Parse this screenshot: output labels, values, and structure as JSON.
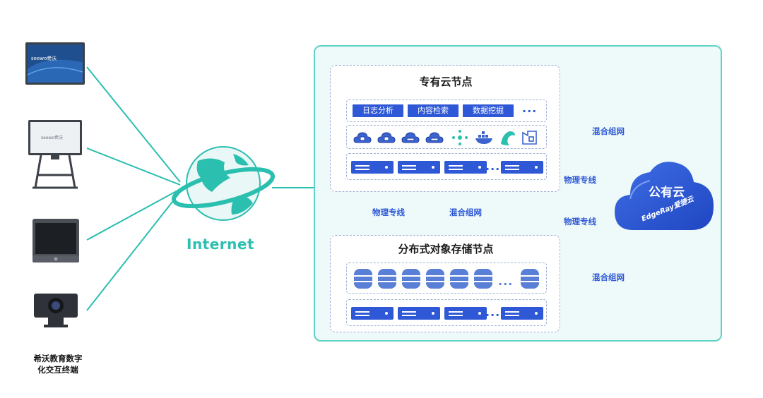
{
  "internet": {
    "label": "Internet"
  },
  "terminals": {
    "caption_line1": "希沃教育数字",
    "caption_line2": "化交互终端",
    "screen_brand": "seewo希沃"
  },
  "private_node": {
    "title": "专有云节点",
    "tags": [
      "日志分析",
      "内容检索",
      "数据挖掘"
    ],
    "more": "..."
  },
  "storage_node": {
    "title": "分布式对象存储节点",
    "more": "..."
  },
  "links": {
    "internal_physical": "物理专线",
    "internal_hybrid": "混合组网",
    "top_hybrid": "混合组网",
    "top_physical": "物理专线",
    "bottom_physical": "物理专线",
    "bottom_hybrid": "混合组网"
  },
  "public_cloud": {
    "title": "公有云",
    "brand": "EdgeRay爱捷云"
  },
  "colors": {
    "teal": "#2bbfb0",
    "blue": "#2e58d6",
    "panel_border": "#5fd3c4",
    "panel_bg": "#eefaf9"
  }
}
